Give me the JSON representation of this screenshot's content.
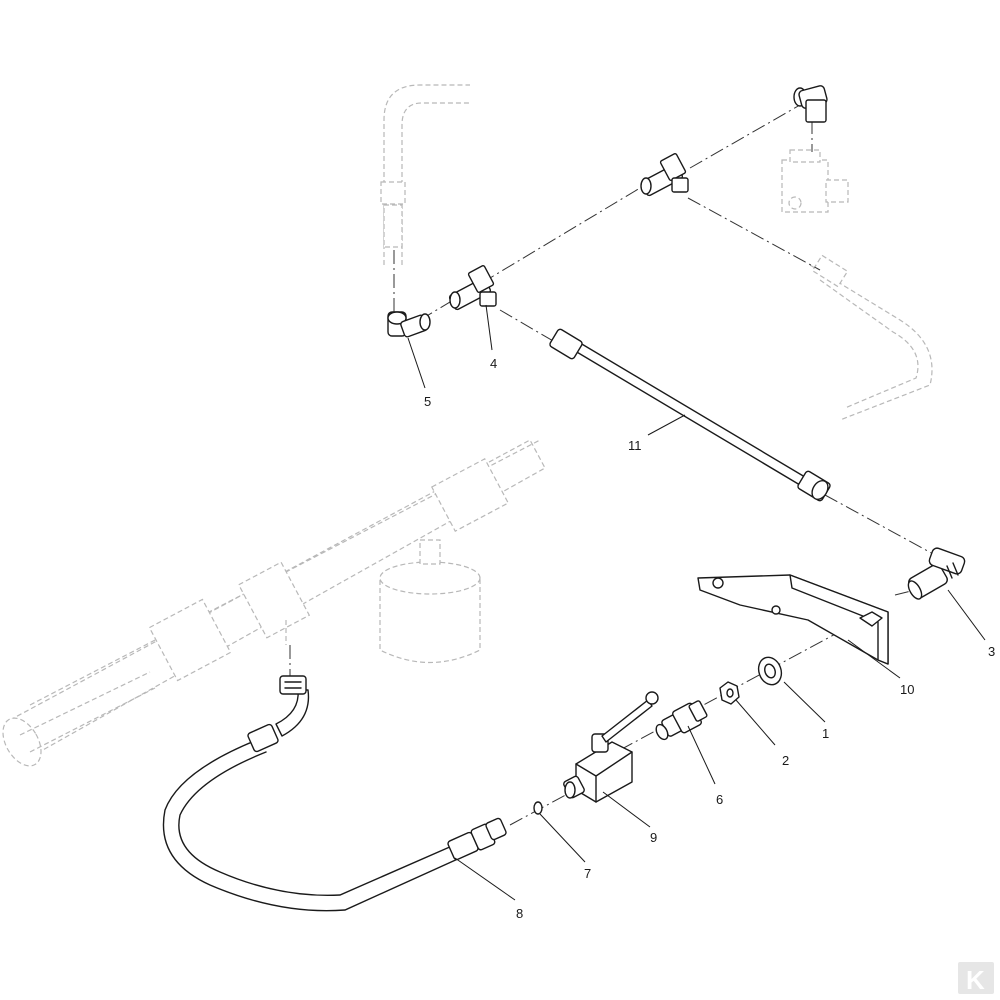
{
  "callouts": [
    {
      "id": "1",
      "label": "1"
    },
    {
      "id": "2",
      "label": "2"
    },
    {
      "id": "3",
      "label": "3"
    },
    {
      "id": "4",
      "label": "4"
    },
    {
      "id": "5",
      "label": "5"
    },
    {
      "id": "6",
      "label": "6"
    },
    {
      "id": "7",
      "label": "7"
    },
    {
      "id": "8",
      "label": "8"
    },
    {
      "id": "9",
      "label": "9"
    },
    {
      "id": "10",
      "label": "10"
    },
    {
      "id": "11",
      "label": "11"
    }
  ],
  "logo": {
    "text": "K",
    "icon": "brand-logo-icon"
  },
  "colors": {
    "line": "#1a1a1a",
    "ghost": "#b8b8b8",
    "background": "#ffffff"
  }
}
